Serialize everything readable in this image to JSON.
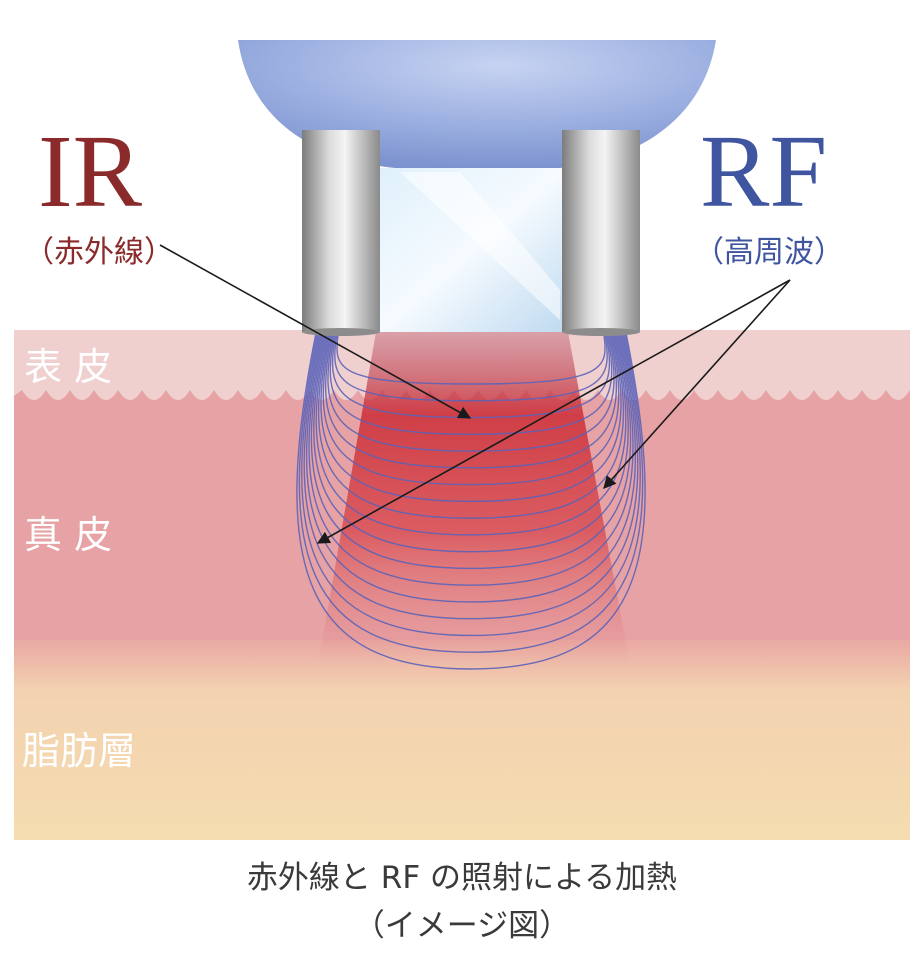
{
  "labels": {
    "ir_title": "IR",
    "ir_subtitle": "（赤外線）",
    "rf_title": "RF",
    "rf_subtitle": "（高周波）",
    "epidermis": "表 皮",
    "dermis": "真 皮",
    "fat_layer": "脂肪層"
  },
  "caption": {
    "line1": "赤外線と RF の照射による加熱",
    "line2": "（イメージ図）"
  },
  "colors": {
    "ir_text": "#8a2a2a",
    "rf_text": "#3f55a0",
    "epidermis": "#f0cfcf",
    "dermis": "#e6a2a4",
    "fat": "#f4dcb0",
    "rf_lines": "#5b63b8",
    "ir_beam": "#cc2d36",
    "device_head": "#9aaee0",
    "electrode": "#a9a9a9"
  }
}
